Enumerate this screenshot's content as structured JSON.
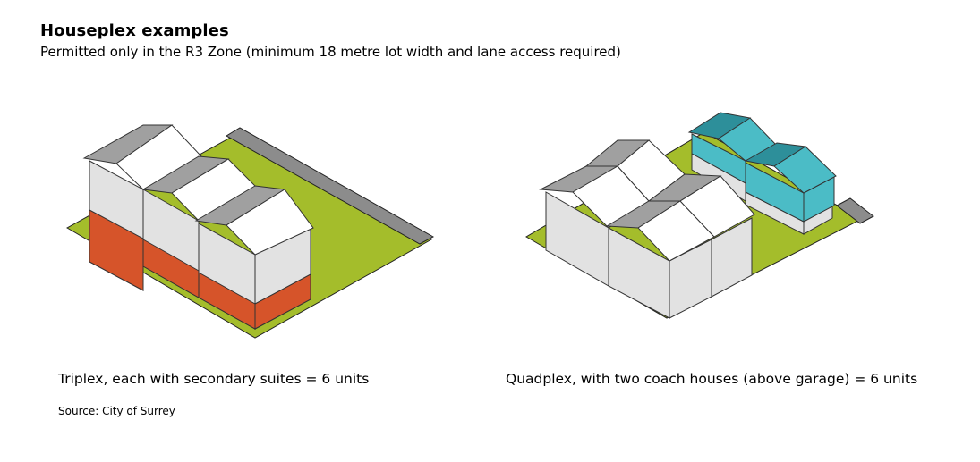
{
  "header": {
    "title": "Houseplex examples",
    "subtitle": "Permitted only in the R3 Zone (minimum  18 metre lot width and lane access required)"
  },
  "examples": [
    {
      "caption": "Triplex, each with secondary suites = 6 units",
      "icon": "triplex-illustration"
    },
    {
      "caption": "Quadplex, with two coach houses (above garage) = 6 units",
      "icon": "quadplex-illustration"
    }
  ],
  "source": "Source: City of Surrey",
  "colors": {
    "lot": "#a4bd2b",
    "lane": "#8c8c8c",
    "wall": "#e2e2e2",
    "roof_dark": "#a0a0a0",
    "roof_light": "#ffffff",
    "suite": "#d6542a",
    "coach_house": "#4bbcc6",
    "coach_house_dark": "#2d8f9a"
  }
}
